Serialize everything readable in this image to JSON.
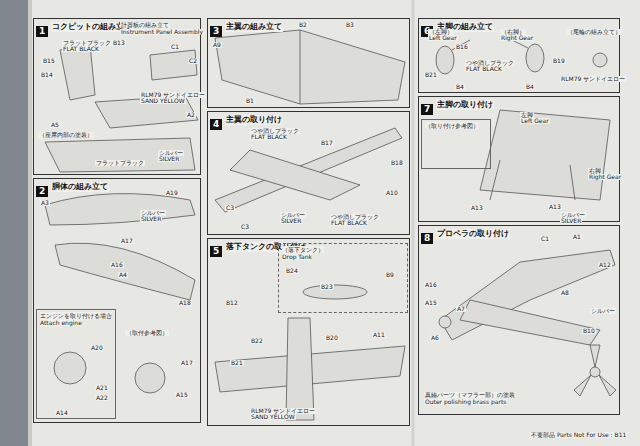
{
  "diagram": {
    "nodes": [
      {
        "text": [
          "1",
          "コクピットの組み立て"
        ]
      },
      {
        "text": [
          "2",
          "胴体の組み立て"
        ]
      },
      {
        "text": [
          "3",
          "主翼の組み立て"
        ]
      },
      {
        "text": [
          "4",
          "主翼の取り付け"
        ]
      },
      {
        "text": [
          "5",
          "落下タンクの取り付け"
        ]
      },
      {
        "text": [
          "6",
          "主脚の組み立て"
        ]
      },
      {
        "text": [
          "7",
          "主脚の取り付け"
        ]
      },
      {
        "text": [
          "8",
          "プロペラの取り付け"
        ]
      },
      {
        "text": [
          "エンジンを取り付ける場合",
          "Attach engine"
        ],
        "in": 1
      },
      {
        "text": [
          "（落下タンク）",
          "Drop Tank"
        ],
        "in": 4
      },
      {
        "text": [
          "（取り付け参考図）"
        ],
        "in": 6
      }
    ],
    "labels": [
      "計器板の組み立て",
      "Instrument Panel Assembly",
      "B13",
      "フラットブラック",
      "FLAT BLACK",
      "B15",
      "B14",
      "C1",
      "C2",
      "RLM79 サンドイエロー",
      "SAND YELLOW",
      "A2",
      "A5",
      "（座席内部の塗装）",
      "フラットブラック",
      "シルバー",
      "SILVER",
      "A19",
      "A3",
      "シルバー",
      "SILVER",
      "A17",
      "A16",
      "A4",
      "A18",
      "（取付参考図）",
      "A17",
      "A20",
      "A21",
      "A22",
      "A14",
      "A15",
      "B2",
      "B3",
      "A9",
      "B1",
      "B17",
      "B18",
      "A10",
      "つや消しブラック",
      "FLAT BLACK",
      "C3",
      "シルバー",
      "SILVER",
      "つや消しブラック",
      "FLAT BLACK",
      "C3",
      "B24",
      "B23",
      "B9",
      "B12",
      "B22",
      "B20",
      "A11",
      "B21",
      "RLM79 サンドイエロー",
      "SAND YELLOW",
      "（左脚）",
      "Left Gear",
      "（右脚）",
      "Right Gear",
      "（尾輪の組み立て）",
      "B16",
      "B21",
      "B4",
      "つや消しブラック",
      "FLAT BLACK",
      "B19",
      "B4",
      "RLM79 サンドイエロー",
      "左脚",
      "Left Gear",
      "右脚",
      "Right Gear",
      "A13",
      "A13",
      "シルバー",
      "SILVER",
      "C1",
      "A1",
      "A12",
      "A16",
      "A15",
      "A7",
      "A6",
      "A8",
      "B10",
      "シルバー",
      "真鍮パーツ（マフラー部）の塗装",
      "Outer polishing brass parts",
      "不要部品 Parts Not For Use : B11"
    ]
  }
}
